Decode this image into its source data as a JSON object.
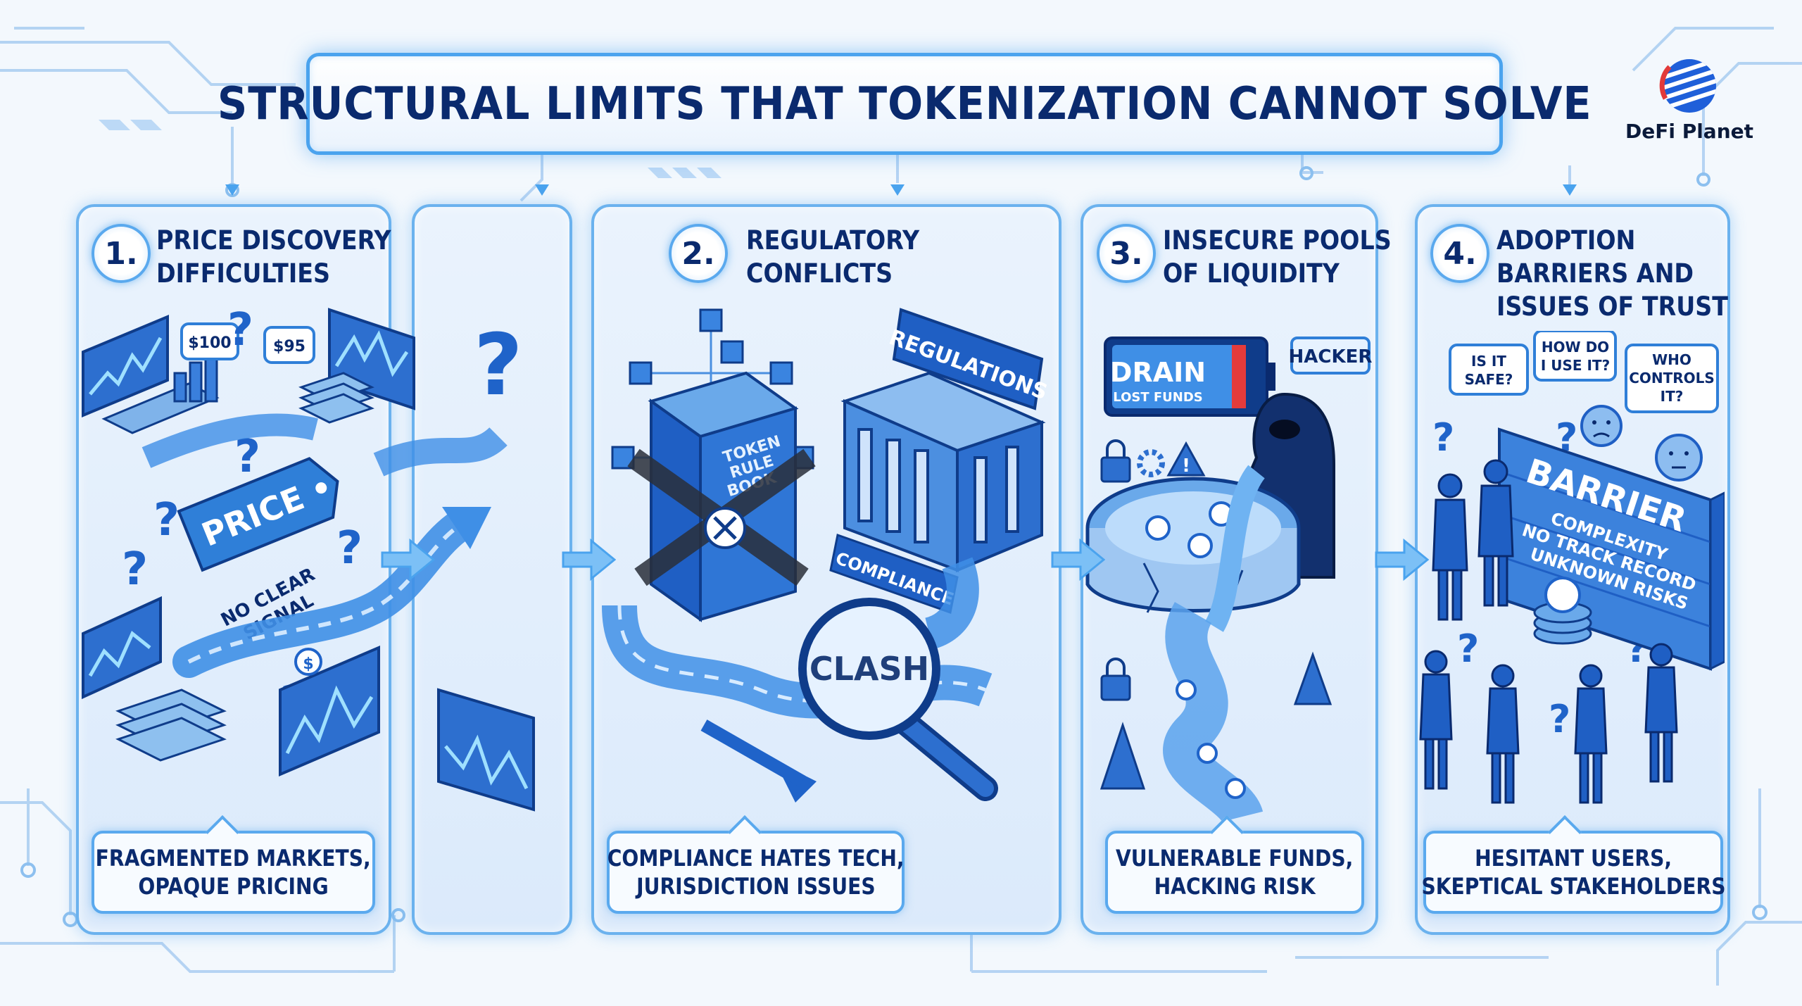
{
  "title": "STRUCTURAL LIMITS THAT TOKENIZATION CANNOT SOLVE",
  "brand": "DeFi Planet",
  "colors": {
    "accent": "#4aa3ee",
    "dark": "#0a2a6e",
    "panel": "#dbeafb",
    "mid": "#2f7fd8"
  },
  "panels": [
    {
      "number": "1.",
      "title_lines": [
        "PRICE DISCOVERY",
        "DIFFICULTIES"
      ],
      "caption_lines": [
        "FRAGMENTED MARKETS,",
        "OPAQUE PRICING"
      ],
      "labels": {
        "tag": "PRICE",
        "tag_sub1": "NO CLEAR",
        "tag_sub2": "SIGNAL",
        "bubble1": "$100",
        "bubble2": "$95"
      }
    },
    {
      "number": "2.",
      "title_lines": [
        "REGULATORY",
        "CONFLICTS"
      ],
      "caption_lines": [
        "COMPLIANCE HATES TECH,",
        "JURISDICTION ISSUES"
      ],
      "labels": {
        "banner": "REGULATIONS",
        "book1": "TOKEN",
        "book2": "RULE",
        "book3": "BOOK",
        "compliance": "COMPLIANCE",
        "clash": "CLASH"
      }
    },
    {
      "number": "3.",
      "title_lines": [
        "INSECURE POOLS",
        "OF LIQUIDITY"
      ],
      "caption_lines": [
        "VULNERABLE FUNDS,",
        "HACKING RISK"
      ],
      "labels": {
        "drain": "DRAIN",
        "lost": "LOST FUNDS",
        "hacker": "HACKER"
      }
    },
    {
      "number": "4.",
      "title_lines": [
        "ADOPTION",
        "BARRIERS AND",
        "ISSUES OF TRUST"
      ],
      "caption_lines": [
        "HESITANT USERS,",
        "SKEPTICAL STAKEHOLDERS"
      ],
      "labels": {
        "q1a": "IS IT",
        "q1b": "SAFE?",
        "q2a": "HOW DO",
        "q2b": "I USE IT?",
        "q3a": "WHO",
        "q3b": "CONTROLS",
        "q3c": "IT?",
        "wall": "BARRIER",
        "w1": "COMPLEXITY",
        "w2": "NO TRACK RECORD",
        "w3": "UNKNOWN RISKS"
      }
    }
  ]
}
